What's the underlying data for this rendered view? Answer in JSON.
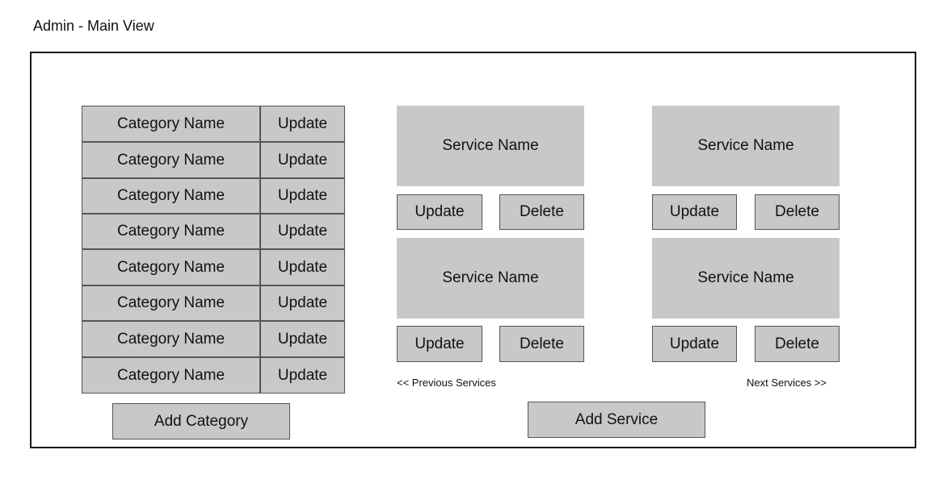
{
  "page": {
    "title": "Admin - Main View"
  },
  "categories": {
    "items": [
      {
        "name": "Category Name",
        "update_label": "Update"
      },
      {
        "name": "Category Name",
        "update_label": "Update"
      },
      {
        "name": "Category Name",
        "update_label": "Update"
      },
      {
        "name": "Category Name",
        "update_label": "Update"
      },
      {
        "name": "Category Name",
        "update_label": "Update"
      },
      {
        "name": "Category Name",
        "update_label": "Update"
      },
      {
        "name": "Category Name",
        "update_label": "Update"
      },
      {
        "name": "Category Name",
        "update_label": "Update"
      }
    ],
    "add_label": "Add Category"
  },
  "services": {
    "items": [
      {
        "name": "Service Name",
        "update_label": "Update",
        "delete_label": "Delete"
      },
      {
        "name": "Service Name",
        "update_label": "Update",
        "delete_label": "Delete"
      },
      {
        "name": "Service Name",
        "update_label": "Update",
        "delete_label": "Delete"
      },
      {
        "name": "Service Name",
        "update_label": "Update",
        "delete_label": "Delete"
      }
    ],
    "prev_label": "<< Previous Services",
    "next_label": "Next Services >>",
    "add_label": "Add Service"
  },
  "colors": {
    "box_fill": "#c8c8c8",
    "border": "#555555",
    "frame_border": "#1a1a1a"
  }
}
